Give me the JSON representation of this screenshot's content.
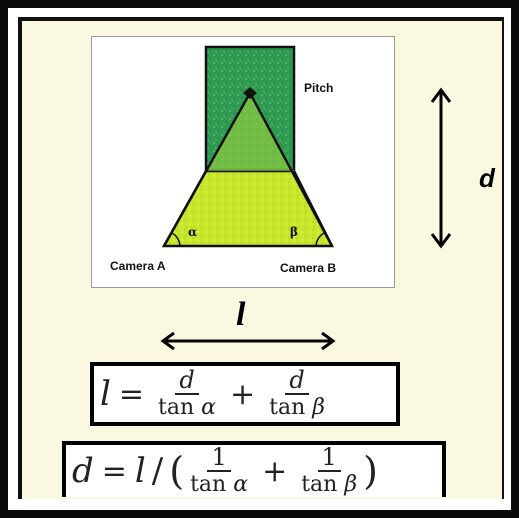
{
  "diagram": {
    "pitch_label": "Pitch",
    "camera_a_label": "Camera A",
    "camera_b_label": "Camera B",
    "alpha": "α",
    "beta": "β",
    "d_label": "d",
    "l_label": "l"
  },
  "formula1": {
    "lhs": "l",
    "equals": "=",
    "frac1_num": "d",
    "frac1_den_fn": "tan",
    "frac1_den_angle": "α",
    "plus": "+",
    "frac2_num": "d",
    "frac2_den_fn": "tan",
    "frac2_den_angle": "β"
  },
  "formula2": {
    "lhs": "d",
    "equals": "=",
    "l": "l",
    "slash": "/",
    "open_paren": "(",
    "frac1_num": "1",
    "frac1_den_fn": "tan",
    "frac1_den_angle": "α",
    "plus": "+",
    "frac2_num": "1",
    "frac2_den_fn": "tan",
    "frac2_den_angle": "β",
    "close_paren": ")"
  },
  "colors": {
    "pitch_dark_green": "#2e9a52",
    "field_yellow_green": "#c8e62a",
    "background": "#fbf8e1"
  }
}
